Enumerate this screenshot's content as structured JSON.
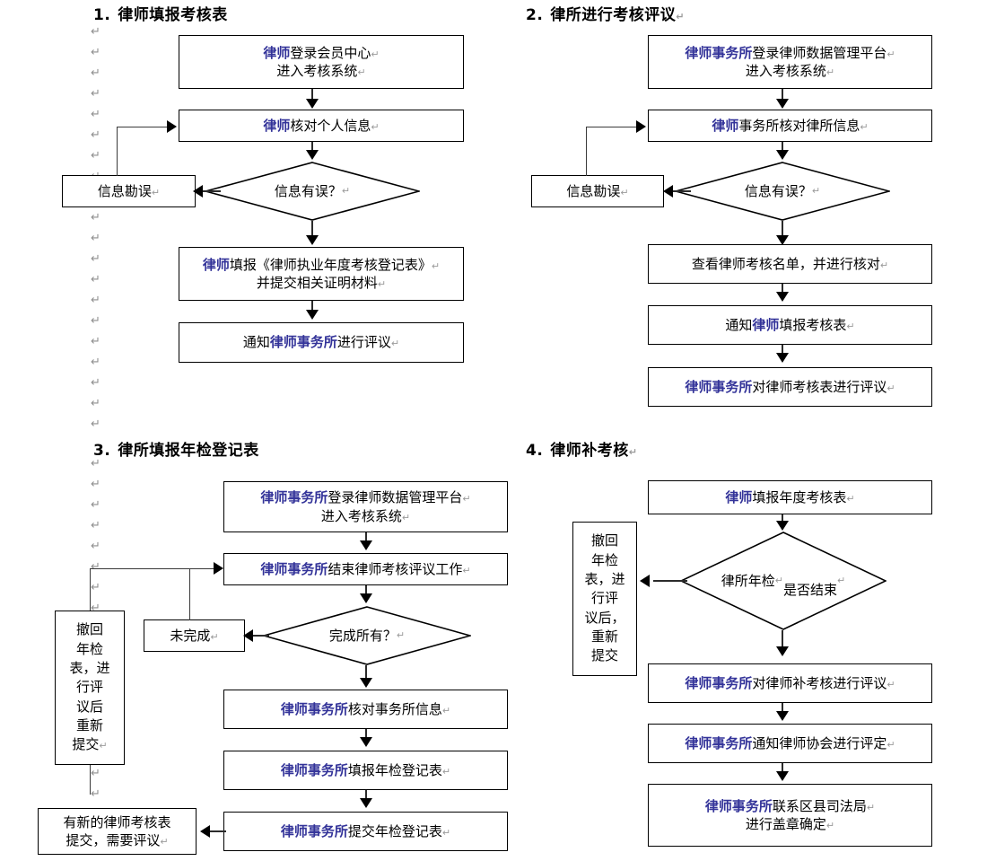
{
  "document": {
    "type": "flowchart",
    "language": "zh-CN",
    "paragraph_mark_glyph": "↵",
    "accent_color": "#333399",
    "line_color": "#2b2b2b",
    "background": "#ffffff"
  },
  "sections": [
    {
      "id": "s1",
      "number": "1.",
      "title": "律师填报考核表",
      "nodes": [
        {
          "id": "s1n1",
          "kind": "process",
          "text_html": "<b>律师</b>登录会员中心<span class=\"cr\">↵</span><br>进入考核系统<span class=\"cr\">↵</span>",
          "text_plain": "律师登录会员中心 进入考核系统"
        },
        {
          "id": "s1n2",
          "kind": "process",
          "text_html": "<b>律师</b>核对个人信息<span class=\"cr\">↵</span>",
          "text_plain": "律师核对个人信息"
        },
        {
          "id": "s1d1",
          "kind": "decision",
          "text_html": "信息有误？<span class=\"cr\">↵</span>",
          "text_plain": "信息有误？"
        },
        {
          "id": "s1n3",
          "kind": "process",
          "text_html": "信息勘误<span class=\"cr\">↵</span>",
          "text_plain": "信息勘误"
        },
        {
          "id": "s1n4",
          "kind": "process",
          "text_html": "<b>律师</b>填报《律师执业年度考核登记表》<span class=\"cr\">↵</span><br>并提交相关证明材料<span class=\"cr\">↵</span>",
          "text_plain": "律师填报《律师执业年度考核登记表》并提交相关证明材料"
        },
        {
          "id": "s1n5",
          "kind": "process",
          "text_html": "通知<b>律师事务所</b>进行评议<span class=\"cr\">↵</span>",
          "text_plain": "通知律师事务所进行评议"
        }
      ]
    },
    {
      "id": "s2",
      "number": "2.",
      "title": "律所进行考核评议",
      "title_cr": "↵",
      "nodes": [
        {
          "id": "s2n1",
          "kind": "process",
          "text_html": "<b>律师事务所</b>登录律师数据管理平台<span class=\"cr\">↵</span><br>进入考核系统<span class=\"cr\">↵</span>",
          "text_plain": "律师事务所登录律师数据管理平台 进入考核系统"
        },
        {
          "id": "s2n2",
          "kind": "process",
          "text_html": "<b>律师</b>事务所核对律所信息<span class=\"cr\">↵</span>",
          "text_plain": "律师事务所核对律所信息"
        },
        {
          "id": "s2d1",
          "kind": "decision",
          "text_html": "信息有误？<span class=\"cr\">↵</span>",
          "text_plain": "信息有误？"
        },
        {
          "id": "s2n3",
          "kind": "process",
          "text_html": "信息勘误<span class=\"cr\">↵</span>",
          "text_plain": "信息勘误"
        },
        {
          "id": "s2n4",
          "kind": "process",
          "text_html": "查看律师考核名单，并进行核对<span class=\"cr\">↵</span>",
          "text_plain": "查看律师考核名单，并进行核对"
        },
        {
          "id": "s2n5",
          "kind": "process",
          "text_html": "通知<b>律师</b>填报考核表<span class=\"cr\">↵</span>",
          "text_plain": "通知律师填报考核表"
        },
        {
          "id": "s2n6",
          "kind": "process",
          "text_html": "<b>律师事务所</b>对律师考核表进行评议<span class=\"cr\">↵</span>",
          "text_plain": "律师事务所对律师考核表进行评议"
        }
      ]
    },
    {
      "id": "s3",
      "number": "3.",
      "title": "律所填报年检登记表",
      "nodes": [
        {
          "id": "s3n1",
          "kind": "process",
          "text_html": "<b>律师事务所</b>登录律师数据管理平台<span class=\"cr\">↵</span><br>进入考核系统<span class=\"cr\">↵</span>",
          "text_plain": "律师事务所登录律师数据管理平台 进入考核系统"
        },
        {
          "id": "s3n2",
          "kind": "process",
          "text_html": "<b>律师事务所</b>结束律师考核评议工作<span class=\"cr\">↵</span>",
          "text_plain": "律师事务所结束律师考核评议工作"
        },
        {
          "id": "s3d1",
          "kind": "decision",
          "text_html": "完成所有？<span class=\"cr\">↵</span>",
          "text_plain": "完成所有？"
        },
        {
          "id": "s3n3",
          "kind": "process",
          "text_html": "未完成<span class=\"cr\">↵</span>",
          "text_plain": "未完成"
        },
        {
          "id": "s3n4",
          "kind": "vertical-process",
          "text_html": "撤回<br>年检<br>表，进<br>行评<br>议后<br>重新<br>提交<span class=\"cr\">↵</span>",
          "text_plain": "撤回年检表，进行评议后重新提交"
        },
        {
          "id": "s3n5",
          "kind": "process",
          "text_html": "<b>律师事务所</b>核对事务所信息<span class=\"cr\">↵</span>",
          "text_plain": "律师事务所核对事务所信息"
        },
        {
          "id": "s3n6",
          "kind": "process",
          "text_html": "<b>律师事务所</b>填报年检登记表<span class=\"cr\">↵</span>",
          "text_plain": "律师事务所填报年检登记表"
        },
        {
          "id": "s3n7",
          "kind": "process",
          "text_html": "<b>律师事务所</b>提交年检登记表<span class=\"cr\">↵</span>",
          "text_plain": "律师事务所提交年检登记表"
        },
        {
          "id": "s3n8",
          "kind": "process",
          "text_html": "有新的律师考核表<br>提交，需要评议<span class=\"cr\">↵</span>",
          "text_plain": "有新的律师考核表提交，需要评议"
        }
      ]
    },
    {
      "id": "s4",
      "number": "4.",
      "title": "律师补考核",
      "title_cr": "↵",
      "nodes": [
        {
          "id": "s4n1",
          "kind": "process",
          "text_html": "<b>律师</b>填报年度考核表<span class=\"cr\">↵</span>",
          "text_plain": "律师填报年度考核表"
        },
        {
          "id": "s4d1",
          "kind": "decision",
          "text_html": "律所年检<span class=\"cr\">↵</span><br>是否结束<span class=\"cr\">↵</span>",
          "text_plain": "律所年检 是否结束"
        },
        {
          "id": "s4n2",
          "kind": "vertical-process",
          "text_html": "撤回<br>年检<br>表，进<br>行评<br>议后，<br>重新<br>提交",
          "text_plain": "撤回年检表，进行评议后，重新提交"
        },
        {
          "id": "s4n3",
          "kind": "process",
          "text_html": "<b>律师事务所</b>对律师补考核进行评议<span class=\"cr\">↵</span>",
          "text_plain": "律师事务所对律师补考核进行评议"
        },
        {
          "id": "s4n4",
          "kind": "process",
          "text_html": "<b>律师事务所</b>通知律师协会进行评定<span class=\"cr\">↵</span>",
          "text_plain": "律师事务所通知律师协会进行评定"
        },
        {
          "id": "s4n5",
          "kind": "process",
          "text_html": "<b>律师事务所</b>联系区县司法局<span class=\"cr\">↵</span><br>进行盖章确定<span class=\"cr\">↵</span>",
          "text_plain": "律师事务所联系区县司法局 进行盖章确定"
        }
      ]
    }
  ]
}
